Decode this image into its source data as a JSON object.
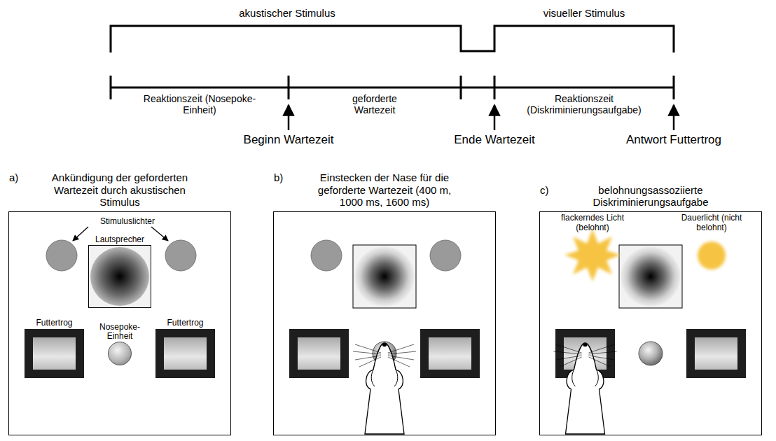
{
  "diagram": {
    "nodes": [
      {
        "text": [
          "a)",
          "Ankündigung der geforderten Wartezeit durch akustischen Stimulus"
        ]
      },
      {
        "text": [
          "Lautsprecher"
        ],
        "in": 0
      },
      {
        "text": [
          "Futtertrog"
        ],
        "in": 0
      },
      {
        "text": [
          "Nosepoke- Einheit"
        ],
        "in": 0
      },
      {
        "text": [
          "Futtertrog"
        ],
        "in": 0
      },
      {
        "text": [
          "b)",
          "Einstecken der Nase für die geforderte Wartezeit (400 m, 1000 ms, 1600 ms)"
        ]
      },
      {
        "text": [
          "c)",
          "belohnungsassoziierte Diskriminierungsaufgabe"
        ]
      }
    ],
    "labels": [
      "akustischer Stimulus",
      "visueller Stimulus",
      "Reaktionszeit (Nosepoke-Einheit)",
      "geforderte Wartezeit",
      "Reaktionszeit (Diskriminierungsaufgabe)",
      "Beginn Wartezeit",
      "Ende Wartezeit",
      "Antwort Futtertrog",
      "Stimuluslichter",
      "flackerndes Licht (belohnt)",
      "Dauerlicht (nicht belohnt)"
    ]
  }
}
